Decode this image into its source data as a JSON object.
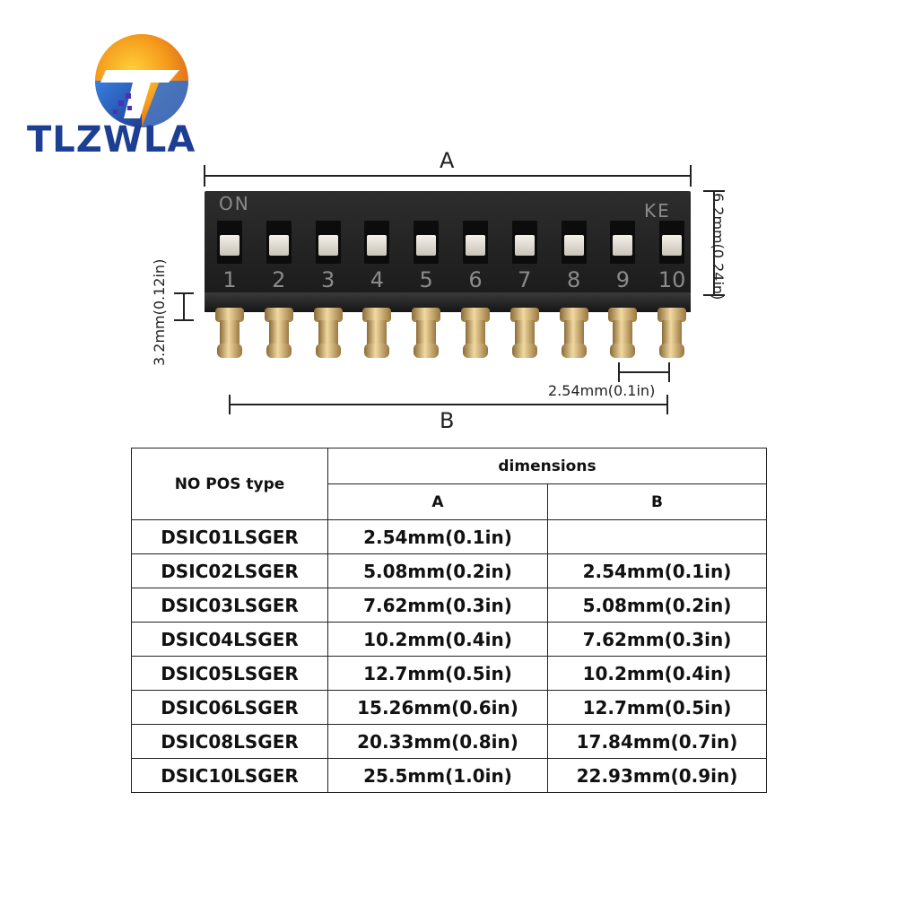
{
  "brand": {
    "name": "TLZWLA",
    "colors": {
      "blue": "#1d3f93",
      "orange": "#f59a1c"
    }
  },
  "diagram": {
    "label_a": "A",
    "label_b": "B",
    "pitch": "2.54mm(0.1in)",
    "height": "6.2mm(0.24in)",
    "pin_height": "3.2mm(0.12in)",
    "switch": {
      "on_label": "ON",
      "maker_label": "KE",
      "positions": [
        "1",
        "2",
        "3",
        "4",
        "5",
        "6",
        "7",
        "8",
        "9",
        "10"
      ]
    }
  },
  "table": {
    "header": {
      "type": "NO POS type",
      "dimensions": "dimensions",
      "col_a": "A",
      "col_b": "B"
    },
    "rows": [
      {
        "type": "DSIC01LSGER",
        "a": "2.54mm(0.1in)",
        "b": ""
      },
      {
        "type": "DSIC02LSGER",
        "a": "5.08mm(0.2in)",
        "b": "2.54mm(0.1in)"
      },
      {
        "type": "DSIC03LSGER",
        "a": "7.62mm(0.3in)",
        "b": "5.08mm(0.2in)"
      },
      {
        "type": "DSIC04LSGER",
        "a": "10.2mm(0.4in)",
        "b": "7.62mm(0.3in)"
      },
      {
        "type": "DSIC05LSGER",
        "a": "12.7mm(0.5in)",
        "b": "10.2mm(0.4in)"
      },
      {
        "type": "DSIC06LSGER",
        "a": "15.26mm(0.6in)",
        "b": "12.7mm(0.5in)"
      },
      {
        "type": "DSIC08LSGER",
        "a": "20.33mm(0.8in)",
        "b": "17.84mm(0.7in)"
      },
      {
        "type": "DSIC10LSGER",
        "a": "25.5mm(1.0in)",
        "b": "22.93mm(0.9in)"
      }
    ]
  }
}
